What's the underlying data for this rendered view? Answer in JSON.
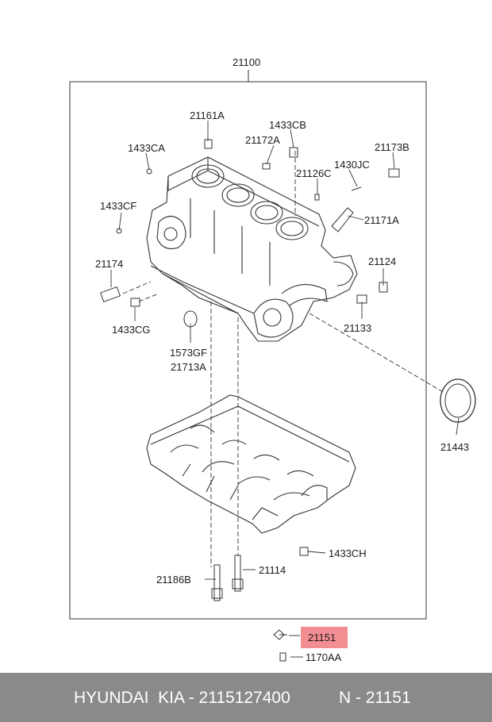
{
  "labels": {
    "assembly": "21100",
    "bolt_top": "21161A",
    "plug_cb": "1433CB",
    "plug_ca": "1433CA",
    "plug_172a": "21172A",
    "pin_173b": "21173B",
    "jc": "1430JC",
    "cap_126c": "21126C",
    "plug_cf": "1433CF",
    "tube_171a": "21171A",
    "sensor_174": "21174",
    "plug_124": "21124",
    "plug_cg": "1433CG",
    "seal_gf": "1573GF",
    "seal_713a": "21713A",
    "plug_133": "21133",
    "oil_seal": "21443",
    "plug_ch": "1433CH",
    "bolt_186b": "21186B",
    "bolt_114": "21114",
    "part_highlight": "21151",
    "screw": "1170AA"
  },
  "footer": {
    "brand": "HYUNDAI  KIA - 2115127400",
    "number": "N - 21151"
  },
  "colors": {
    "highlight": "#f28d92",
    "footer_bg": "#8a8a8a",
    "footer_text": "#ffffff",
    "line": "#333333"
  }
}
